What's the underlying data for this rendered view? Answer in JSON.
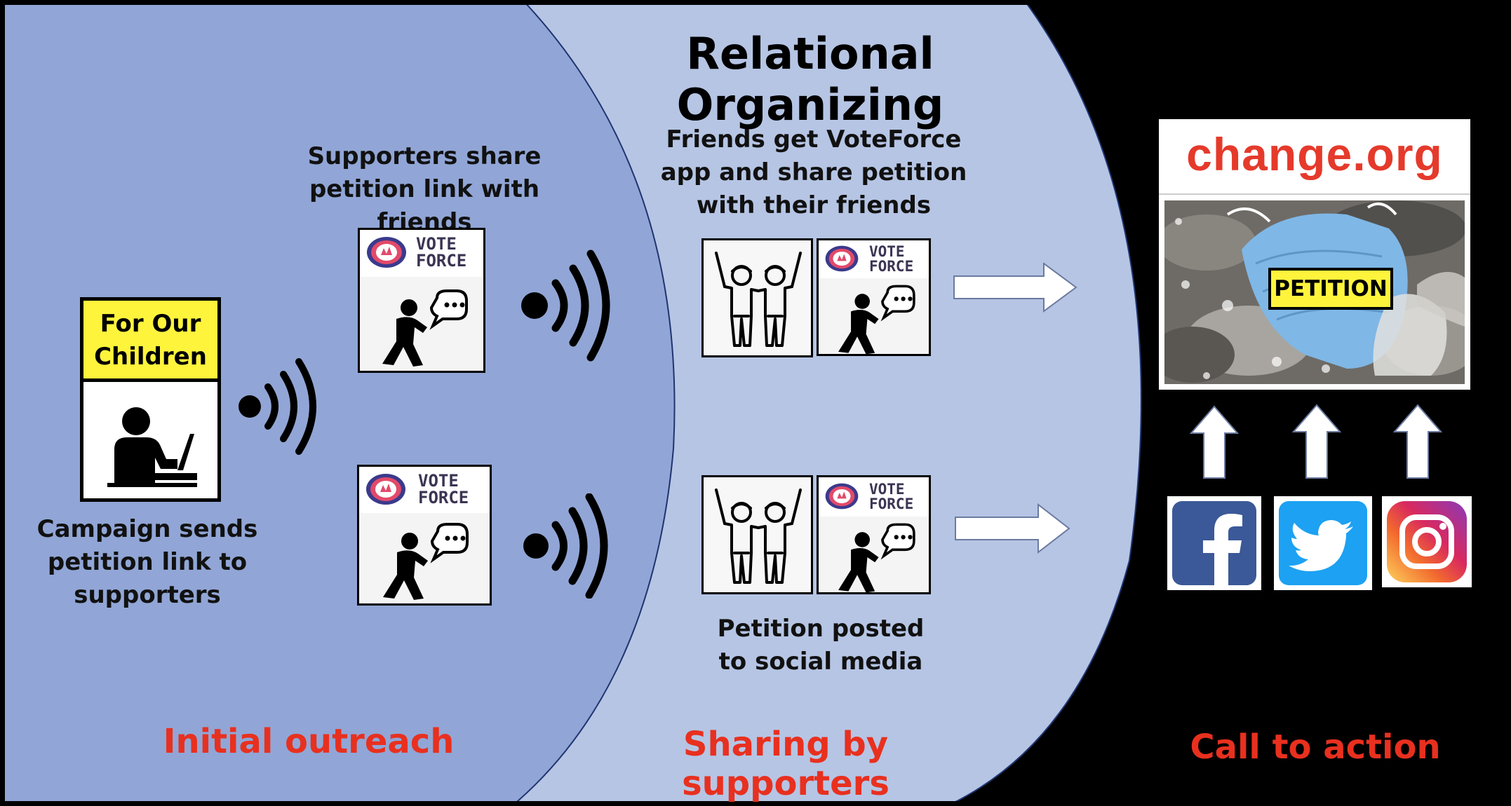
{
  "title": "Relational Organizing",
  "captions": {
    "campaign": "Campaign sends\npetition link to\nsupporters",
    "supporters": "Supporters share\npetition link with friends",
    "friends": "Friends get VoteForce\napp and share petition\nwith their friends",
    "posted": "Petition posted\nto social media"
  },
  "campaign_card_label": "For Our\nChildren",
  "voteforce_brand": "VOTE\nFORCE",
  "stage_labels": {
    "initial": "Initial outreach",
    "sharing": "Sharing by supporters",
    "action": "Call to action"
  },
  "change_org": {
    "logo_text": "change.org",
    "petition_label": "PETITION"
  },
  "social_media": [
    "facebook",
    "twitter",
    "instagram"
  ],
  "colors": {
    "outer_region": "#91a6d6",
    "middle_region": "#b6c5e4",
    "action_region": "#000000",
    "label_red": "#e8301f",
    "label_yellow": "#fff43c",
    "voteforce_purple": "#3b3453",
    "facebook": "#3b5998",
    "twitter": "#1da1f2"
  },
  "icons": [
    "laptop-user-icon",
    "broadcast-icon",
    "texting-person-icon",
    "speech-bubble-icon",
    "friends-celebrating-icon",
    "right-arrow-icon",
    "up-arrow-icon",
    "voteforce-logo-icon"
  ]
}
